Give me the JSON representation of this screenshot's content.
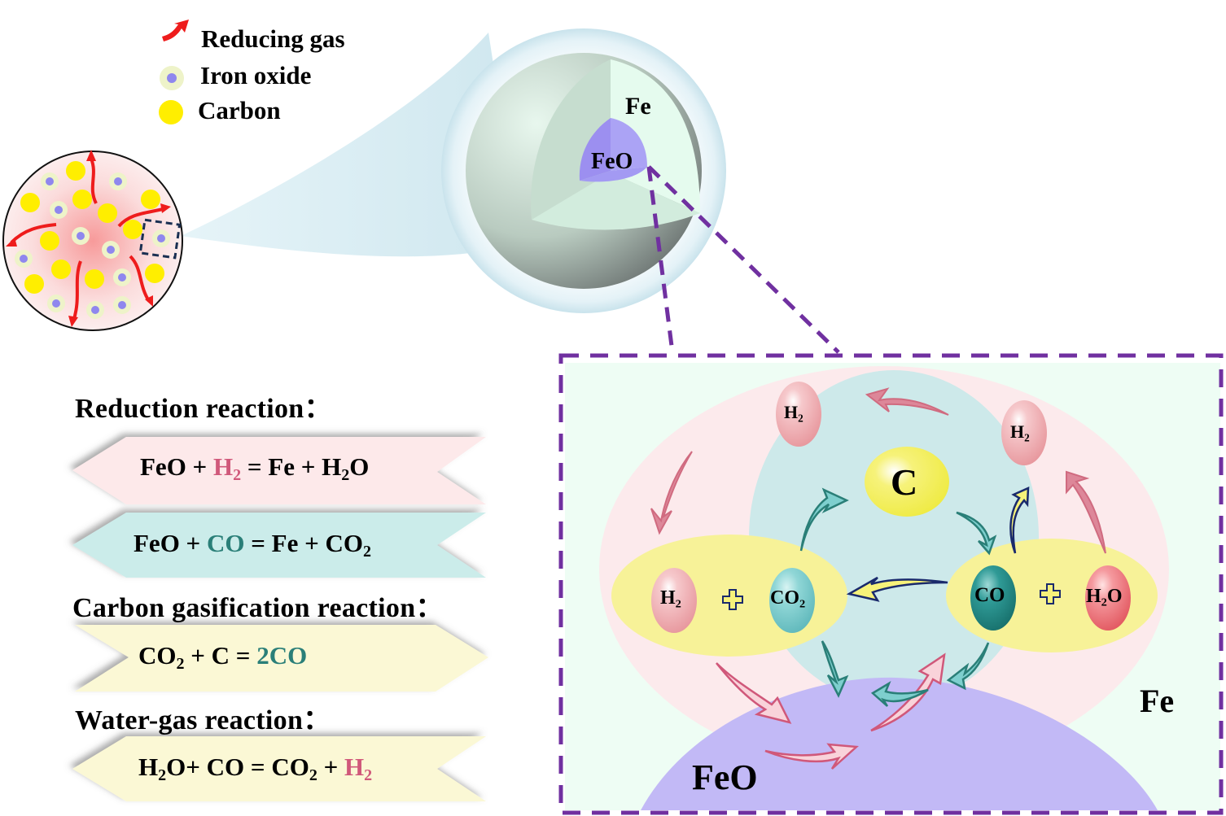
{
  "legend": {
    "items": [
      {
        "icon": "reducing-gas-arrow-icon",
        "label": "Reducing gas"
      },
      {
        "icon": "iron-oxide-particle-icon",
        "label": "Iron oxide"
      },
      {
        "icon": "carbon-particle-icon",
        "label": "Carbon"
      }
    ]
  },
  "sphere": {
    "shell_label": "Fe",
    "core_label": "FeO"
  },
  "reactions": {
    "reduction": {
      "heading": "Reduction reaction：",
      "eq1": {
        "a": "FeO + ",
        "h2": "H",
        "h2sub": "2",
        "b": " = Fe + H",
        "bsub": "2",
        "c": "O"
      },
      "eq2": {
        "a": "FeO + ",
        "co": "CO",
        "b": " = Fe + CO",
        "bsub": "2"
      }
    },
    "gasification": {
      "heading": "Carbon gasification reaction：",
      "eq": {
        "a": "CO",
        "asub": "2",
        "b": " + C = ",
        "co": "2CO"
      }
    },
    "water_gas": {
      "heading": "Water-gas reaction：",
      "eq": {
        "a": "H",
        "asub": "2",
        "b": "O+ CO = CO",
        "bsub": "2",
        "c": " + ",
        "h2": "H",
        "h2sub": "2"
      }
    }
  },
  "detail": {
    "molecules": {
      "h2_top_left": "H₂",
      "h2_top_right": "H₂",
      "carbon": "C",
      "h2_left": "H₂",
      "co2": "CO₂",
      "co": "CO",
      "h2o": "H₂O"
    },
    "fe_label": "Fe",
    "feo_label": "FeO"
  },
  "colors": {
    "h2_accent": "#d0587a",
    "co_accent": "#2a7f78",
    "frame_purple": "#7030a0",
    "reducing_gas_red": "#ee1c1c",
    "carbon_yellow": "#ffee00",
    "iron_oxide_purple": "#8f87ee"
  }
}
